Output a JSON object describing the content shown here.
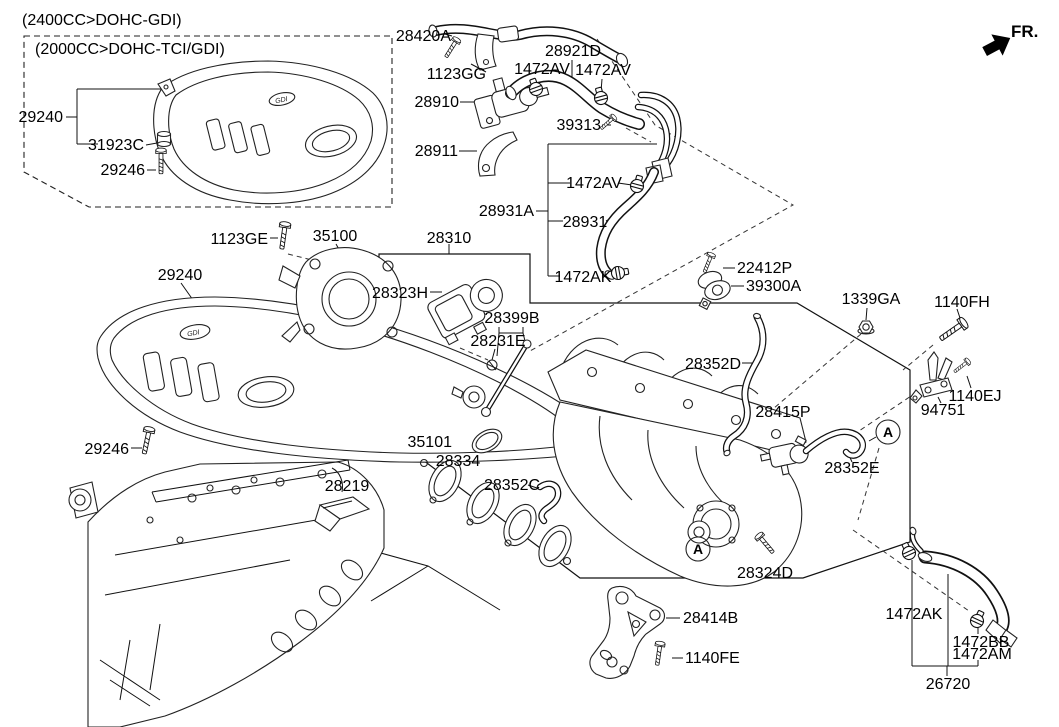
{
  "diagram": {
    "variant_top": "(2400CC>DOHC-GDI)",
    "variant_inner": "(2000CC>DOHC-TCI/GDI)",
    "fr": "FR.",
    "marker": "A",
    "labels": {
      "v29240a": "29240",
      "v31923c": "31923C",
      "v29246a": "29246",
      "v28420a": "28420A",
      "v1123gg": "1123GG",
      "v28910": "28910",
      "v28911": "28911",
      "v28921d": "28921D",
      "v1472av1": "1472AV",
      "v1472av2": "1472AV",
      "v39313": "39313",
      "v28931a": "28931A",
      "v1472av3": "1472AV",
      "v28931": "28931",
      "v1472ak1": "1472AK",
      "v22412p": "22412P",
      "v39300a": "39300A",
      "v1339ga": "1339GA",
      "v1140fh": "1140FH",
      "v1140ej": "1140EJ",
      "v94751": "94751",
      "v28352d": "28352D",
      "v28415p": "28415P",
      "v28352e": "28352E",
      "v28324d": "28324D",
      "v28414b": "28414B",
      "v1140fe": "1140FE",
      "v1472ak2": "1472AK",
      "v1472bb": "1472BB",
      "v1472am": "1472AM",
      "v26720": "26720",
      "v28310": "28310",
      "v35100": "35100",
      "v1123ge": "1123GE",
      "v28323h": "28323H",
      "v28399b": "28399B",
      "v28231e": "28231E",
      "v35101": "35101",
      "v28334": "28334",
      "v28352c": "28352C",
      "v28219": "28219",
      "v29240b": "29240",
      "v29246b": "29246",
      "badge": "GDI"
    }
  }
}
